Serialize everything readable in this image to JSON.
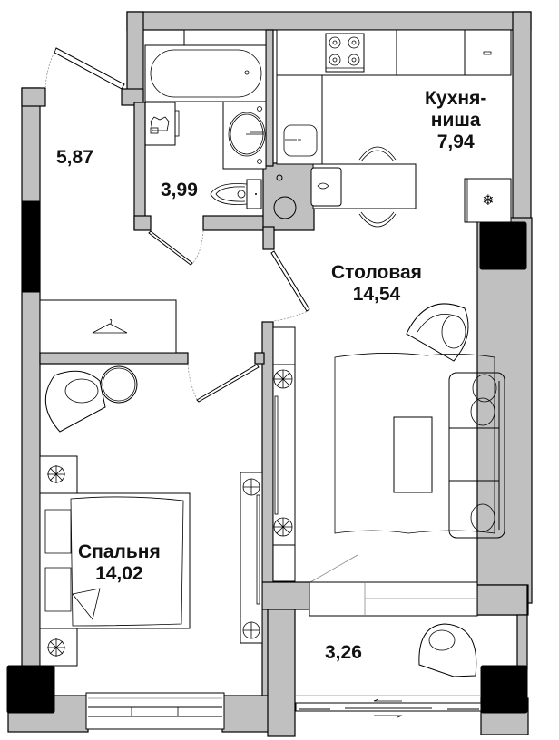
{
  "plan": {
    "colors": {
      "wall": "#c0c0c0",
      "column": "#000000",
      "floor": "#ffffff",
      "line": "#000000"
    },
    "rooms": [
      {
        "id": "hallway",
        "name": "",
        "area": "5,87"
      },
      {
        "id": "bathroom",
        "name": "",
        "area": "3,99"
      },
      {
        "id": "kitchen",
        "name": "Кухня-ниша",
        "name_line1": "Кухня-",
        "name_line2": "ниша",
        "area": "7,94"
      },
      {
        "id": "dining",
        "name": "Столовая",
        "area": "14,54"
      },
      {
        "id": "bedroom",
        "name": "Спальня",
        "area": "14,02"
      },
      {
        "id": "balcony",
        "name": "",
        "area": "3,26"
      }
    ],
    "icons": [
      "bathtub-icon",
      "washing-machine-icon",
      "washbasin-icon",
      "toilet-icon",
      "stove-icon",
      "kitchen-sink-icon",
      "refrigerator-icon",
      "dining-table-icon",
      "hanger-icon",
      "armchair-icon",
      "round-table-icon",
      "bed-icon",
      "plant-icon",
      "sofa-icon",
      "coffee-table-icon",
      "rug-icon",
      "sliding-door-arrows-icon"
    ]
  }
}
